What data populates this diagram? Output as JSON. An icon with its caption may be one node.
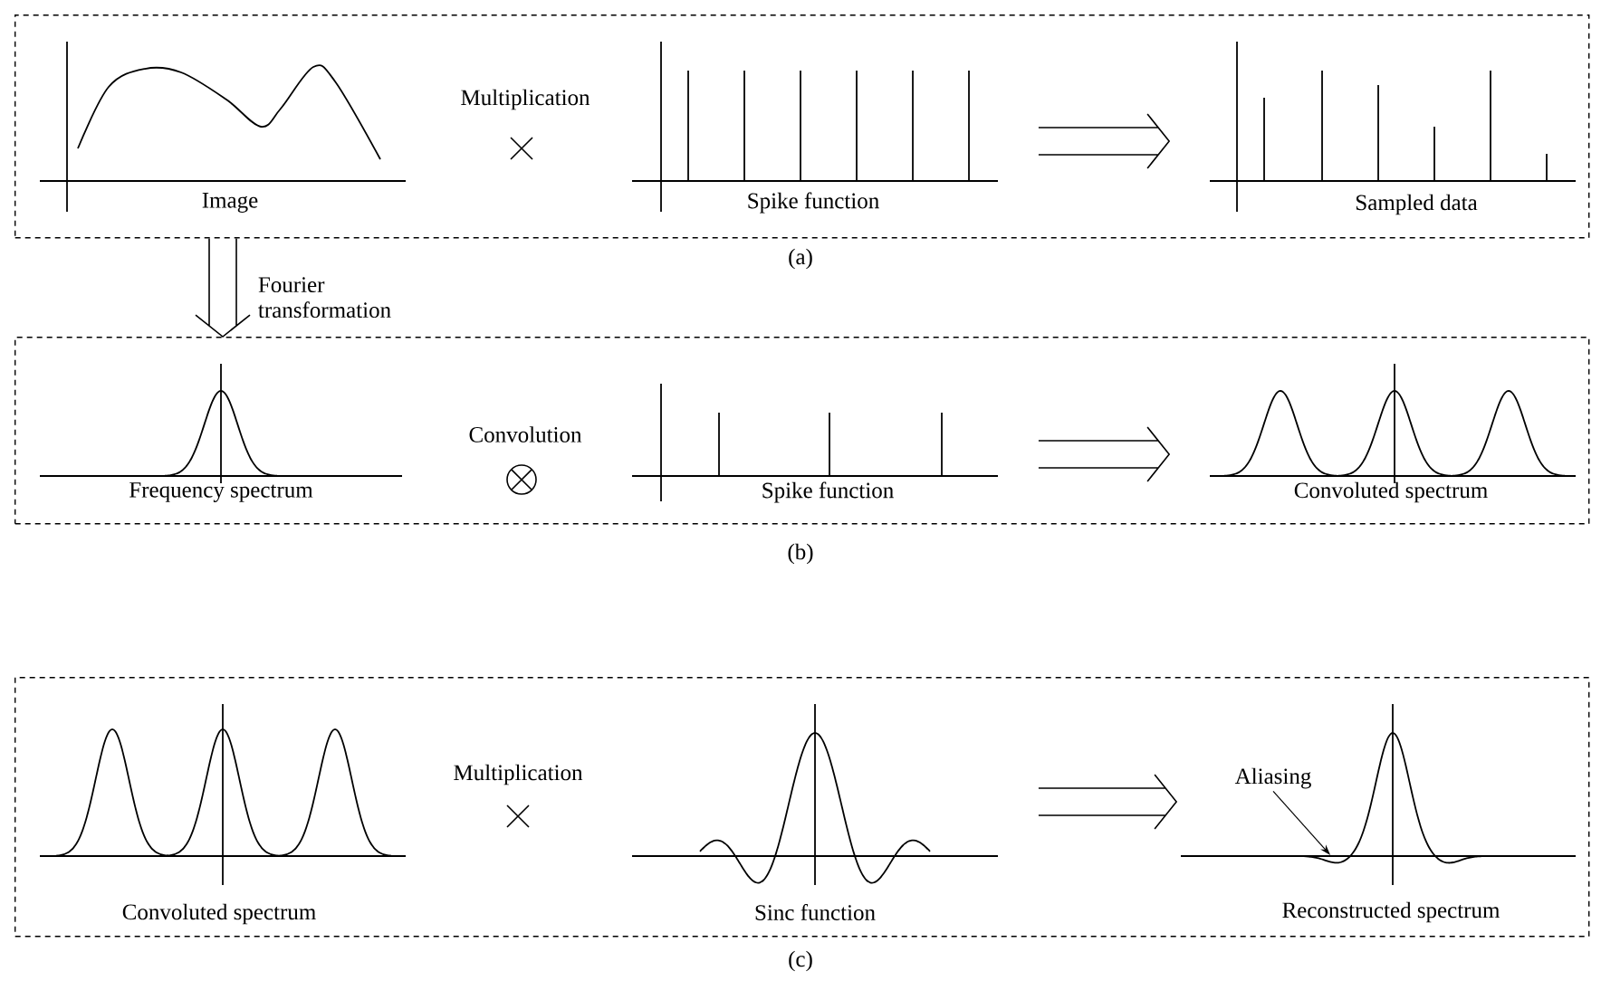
{
  "diagram": {
    "nodes": [
      {
        "text": [
          "(a)"
        ]
      },
      {
        "text": [
          "Image"
        ],
        "in": 0
      },
      {
        "text": [
          "Spike function"
        ],
        "in": 0
      },
      {
        "text": [
          "Sampled data"
        ],
        "in": 0
      },
      {
        "text": [
          "(b)"
        ]
      },
      {
        "text": [
          "Frequency spectrum"
        ],
        "in": 4
      },
      {
        "text": [
          "Spike function"
        ],
        "in": 4
      },
      {
        "text": [
          "Convoluted spectrum"
        ],
        "in": 4
      },
      {
        "text": [
          "(c)"
        ]
      },
      {
        "text": [
          "Convoluted spectrum"
        ],
        "in": 8
      },
      {
        "text": [
          "Sinc function"
        ],
        "in": 8
      },
      {
        "text": [
          "Aliasing"
        ],
        "in": 12
      },
      {
        "text": [
          "Reconstructed spectrum"
        ],
        "in": 8
      }
    ],
    "edges": [
      {
        "from": 0,
        "to": 4,
        "arrow": "to",
        "label": "Fourier transformation"
      },
      {
        "from": 2,
        "to": 3,
        "arrow": "to"
      },
      {
        "from": 6,
        "to": 7,
        "arrow": "to"
      },
      {
        "from": 10,
        "to": 12,
        "arrow": "to"
      },
      {
        "from": 11,
        "to": 12,
        "arrow": "to"
      }
    ],
    "labels": [
      "Multiplication",
      "Convolution",
      "Multiplication"
    ]
  }
}
